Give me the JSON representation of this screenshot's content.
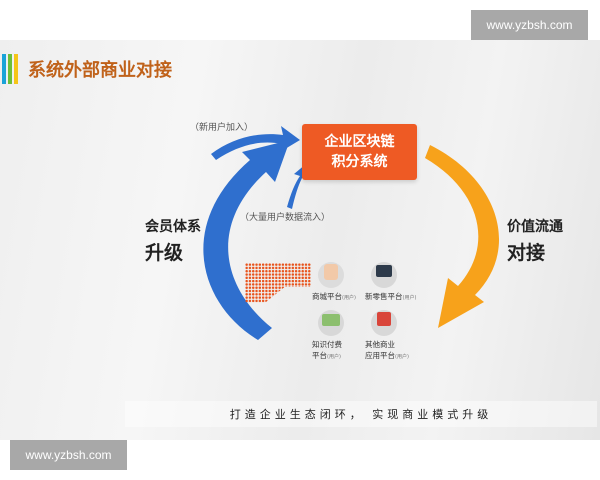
{
  "watermarks": {
    "top": "www.yzbsh.com",
    "bottom": "www.yzbsh.com"
  },
  "header": {
    "title": "系统外部商业对接",
    "accent_bars": [
      "#1aa3d8",
      "#6cbf3a",
      "#f5c518"
    ],
    "title_color": "#c0621a"
  },
  "center_box": {
    "line1": "企业区块链",
    "line2": "积分系统",
    "color": "#ee5a24"
  },
  "labels": {
    "new_users": "（新用户加入）",
    "data_inflow": "（大量用户数据流入）"
  },
  "left_side": {
    "line1": "会员体系",
    "line2": "升级",
    "arrow_color": "#2f6fce"
  },
  "right_side": {
    "line1": "价值流通",
    "line2": "对接",
    "arrow_color": "#f7a21b"
  },
  "platforms": [
    {
      "name": "商城平台",
      "tag": "(用户)",
      "icon": "shopping-mall-icon"
    },
    {
      "name": "新零售平台",
      "tag": "(用户)",
      "icon": "new-retail-laptop-icon"
    },
    {
      "name": "知识付费平台",
      "name_line1": "知识付费",
      "name_line2": "平台",
      "tag": "(用户)",
      "icon": "knowledge-payment-icon"
    },
    {
      "name": "其他商业应用平台",
      "name_line1": "其他商业",
      "name_line2": "应用平台",
      "tag": "(用户)",
      "icon": "business-app-screen-icon"
    }
  ],
  "footer": {
    "slogan": "打造企业生态闭环，  实现商业模式升级"
  }
}
